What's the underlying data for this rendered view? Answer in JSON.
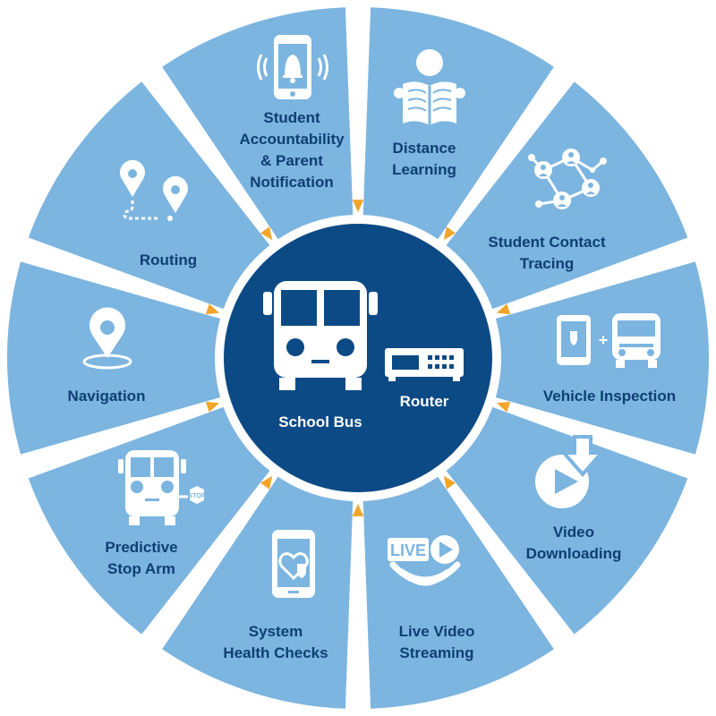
{
  "colors": {
    "segment": "#7cb5e0",
    "divider": "#ffffff",
    "hub": "#0c4a85",
    "arrow": "#f1a52b",
    "text": "#0e3f73",
    "icon": "#ffffff"
  },
  "hub": {
    "bus_label": "School Bus",
    "router_label": "Router"
  },
  "segments": [
    {
      "lines": [
        "Student",
        "Accountability",
        "& Parent",
        "Notification"
      ],
      "icon": "phone-bell-icon"
    },
    {
      "lines": [
        "Distance",
        "Learning"
      ],
      "icon": "reader-icon"
    },
    {
      "lines": [
        "Student Contact",
        "Tracing"
      ],
      "icon": "contact-network-icon"
    },
    {
      "lines": [
        "Vehicle Inspection"
      ],
      "icon": "tablet-plus-bus-icon"
    },
    {
      "lines": [
        "Video",
        "Downloading"
      ],
      "icon": "video-download-icon"
    },
    {
      "lines": [
        "Live Video",
        "Streaming"
      ],
      "icon": "live-stream-icon",
      "badge": "LIVE"
    },
    {
      "lines": [
        "System",
        "Health Checks"
      ],
      "icon": "phone-health-icon"
    },
    {
      "lines": [
        "Predictive",
        "Stop Arm"
      ],
      "icon": "bus-stop-arm-icon",
      "badge": "STOP"
    },
    {
      "lines": [
        "Navigation"
      ],
      "icon": "location-pin-icon"
    },
    {
      "lines": [
        "Routing"
      ],
      "icon": "route-pins-icon"
    }
  ]
}
